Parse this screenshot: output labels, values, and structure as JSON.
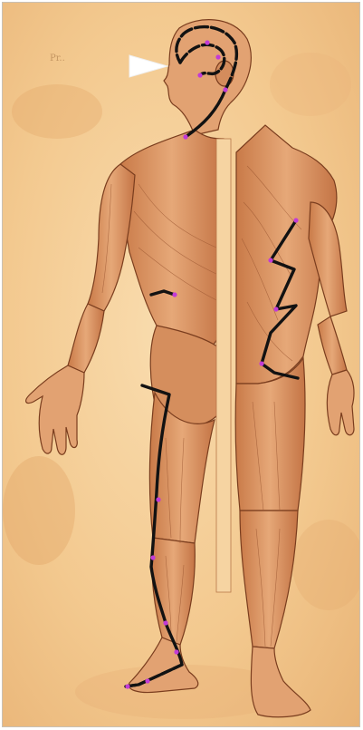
{
  "image": {
    "subject": "anatomical-figure",
    "views": [
      "side-back-view",
      "back-view"
    ],
    "line_style": "dashed-meridian"
  },
  "colors": {
    "paper": "#f3c98f",
    "paper_light": "#f9dcae",
    "paper_dark": "#e3aa6b",
    "muscle": "#d9925f",
    "muscle_dark": "#b8643a",
    "outline": "#7a3d1e",
    "meridian": "#121212",
    "acupoint": "#c23bd6",
    "arrow": "#ffffff"
  },
  "watermark": "Pr.."
}
